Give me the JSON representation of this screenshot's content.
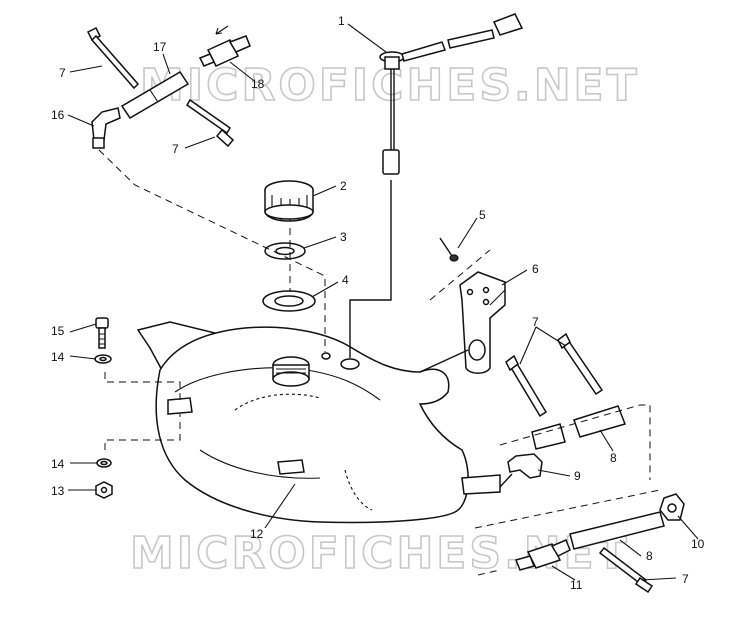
{
  "watermark": "MICROFICHES.NET",
  "callouts": {
    "c1": "1",
    "c2": "2",
    "c3": "3",
    "c4": "4",
    "c5": "5",
    "c6": "6",
    "c7a": "7",
    "c7b": "7",
    "c7c": "7",
    "c7d": "7",
    "c8a": "8",
    "c8b": "8",
    "c9": "9",
    "c10": "10",
    "c11": "11",
    "c12": "12",
    "c13": "13",
    "c14a": "14",
    "c14b": "14",
    "c15": "15",
    "c16": "16",
    "c17": "17",
    "c18": "18"
  }
}
